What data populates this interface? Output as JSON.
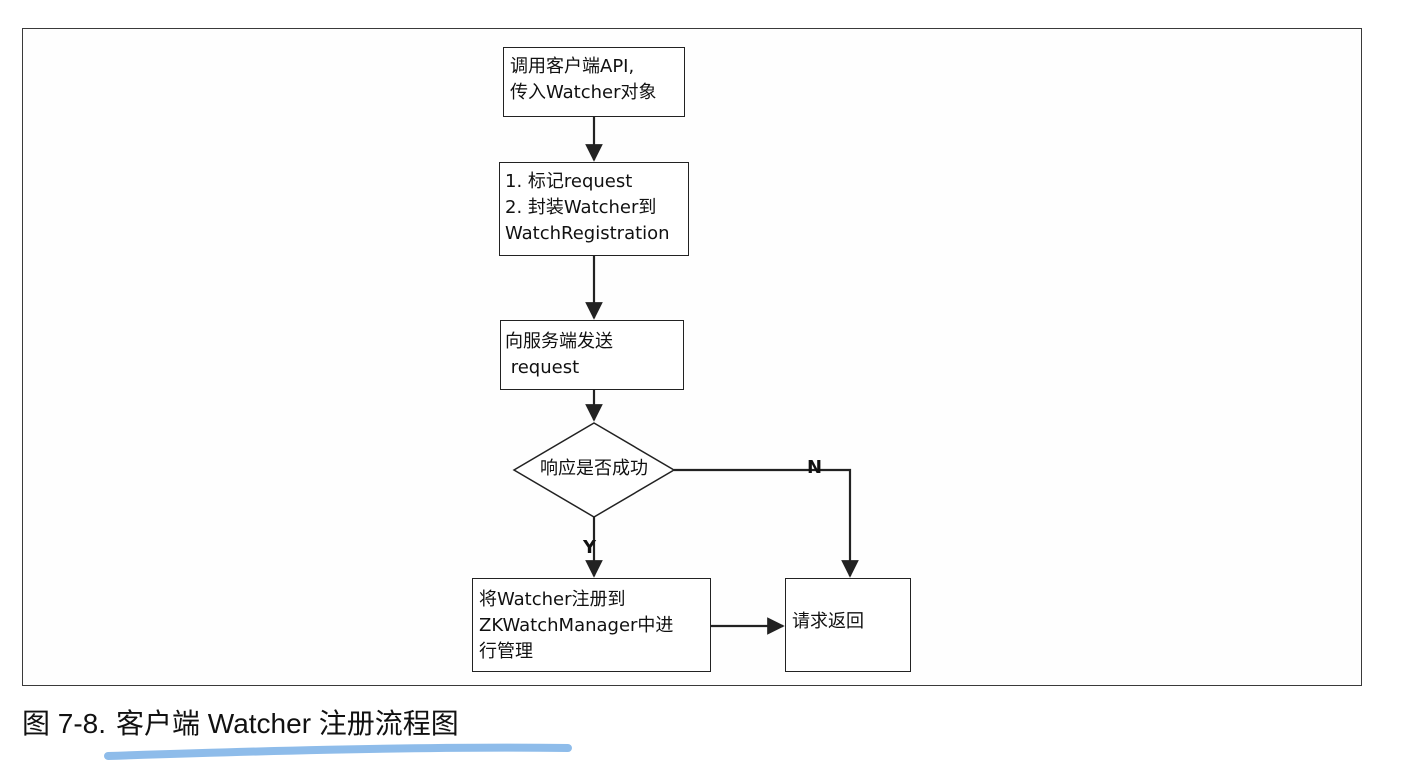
{
  "diagram": {
    "nodes": {
      "call_api": [
        "调用客户端API,",
        "传入Watcher对象"
      ],
      "mark_request": [
        "1. 标记request",
        "2. 封装Watcher到",
        "WatchRegistration"
      ],
      "send_request": [
        "向服务端发送",
        " request"
      ],
      "decision": "响应是否成功",
      "register": [
        "将Watcher注册到",
        "ZKWatchManager中进",
        "行管理"
      ],
      "return": "请求返回"
    },
    "edge_labels": {
      "yes": "Y",
      "no": "N"
    }
  },
  "caption": {
    "number": "图 7-8.",
    "title": "客户端 Watcher 注册流程图"
  },
  "colors": {
    "stroke": "#222222",
    "highlight": "#7ab0e6",
    "frame": "#3a3a3a"
  }
}
